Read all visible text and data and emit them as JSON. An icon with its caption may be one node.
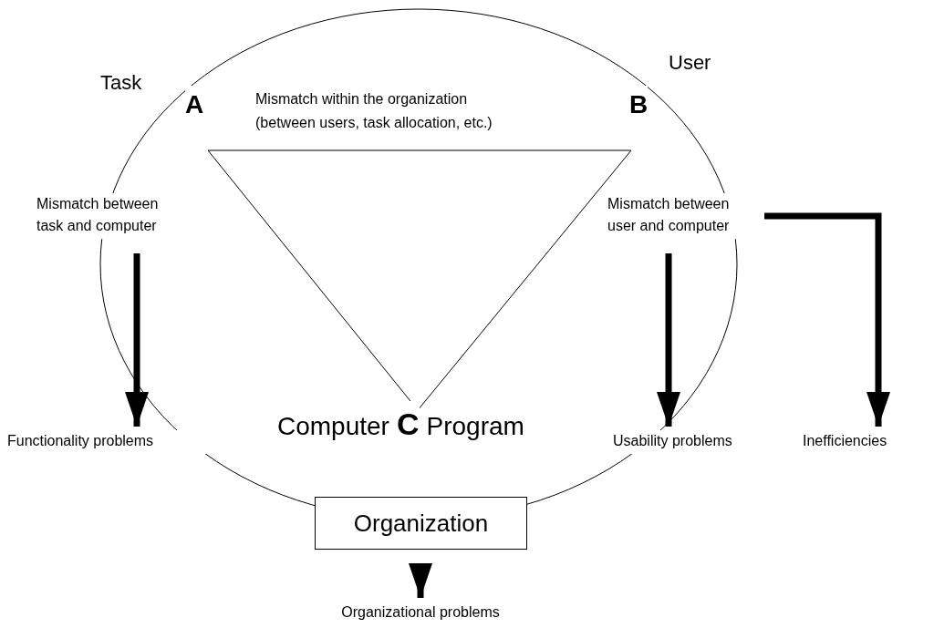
{
  "diagram": {
    "nodes": [
      {
        "text": [
          "Mismatch between task and computer"
        ]
      },
      {
        "text": [
          "Functionality problems"
        ]
      },
      {
        "text": [
          "Mismatch between user and computer"
        ]
      },
      {
        "text": [
          "Usability problems"
        ]
      },
      {
        "text": [
          "Inefficiencies"
        ]
      },
      {
        "text": [
          "Organization"
        ]
      },
      {
        "text": [
          "Organizational problems"
        ]
      }
    ],
    "edges": [
      {
        "from": 0,
        "to": 1,
        "arrow": "to"
      },
      {
        "from": 2,
        "to": 3,
        "arrow": "to"
      },
      {
        "from": 2,
        "to": 4,
        "arrow": "to"
      },
      {
        "from": 5,
        "to": 6,
        "arrow": "to"
      }
    ],
    "labels": [
      "Task",
      "A",
      "Mismatch within the organization (between users, task allocation, etc.)",
      "User",
      "B",
      "Computer",
      "C",
      "Program"
    ]
  }
}
